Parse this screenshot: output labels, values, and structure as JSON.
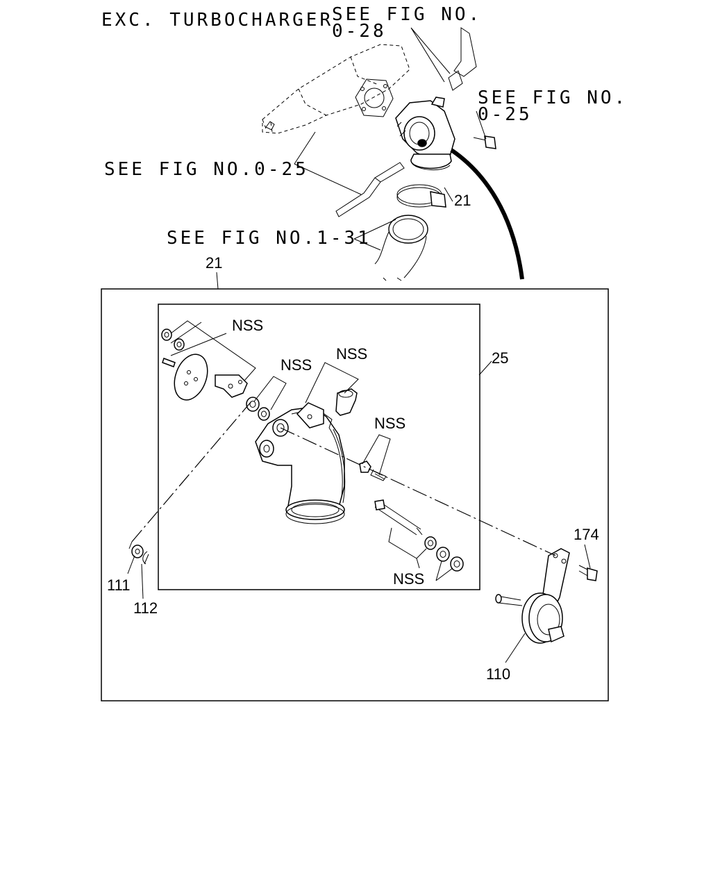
{
  "header": {
    "title": "EXC. TURBOCHARGER"
  },
  "refs": {
    "fig_0_28_a": "SEE FIG NO.",
    "fig_0_28_b": "0-28",
    "fig_0_25_top_a": "SEE FIG NO.",
    "fig_0_25_top_b": "0-25",
    "fig_0_25_left": "SEE FIG NO.0-25",
    "fig_1_31": "SEE FIG NO.1-31"
  },
  "callouts": {
    "c21_top": "21",
    "c21_box": "21",
    "c25": "25",
    "c174": "174",
    "c111": "111",
    "c112": "112",
    "c110": "110",
    "nss_1": "NSS",
    "nss_2": "NSS",
    "nss_3": "NSS",
    "nss_4": "NSS",
    "nss_5": "NSS"
  }
}
